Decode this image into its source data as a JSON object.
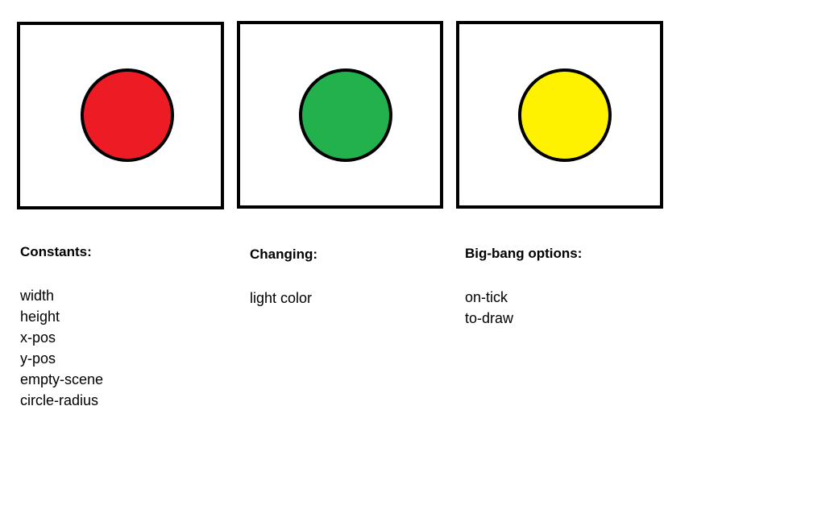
{
  "lights": [
    {
      "name": "red",
      "fill": "#ED1C24"
    },
    {
      "name": "green",
      "fill": "#22B14C"
    },
    {
      "name": "yellow",
      "fill": "#FFF200"
    }
  ],
  "outline_color": "#000000",
  "constants": {
    "heading": "Constants:",
    "items": [
      "width",
      "height",
      "x-pos",
      "y-pos",
      "empty-scene",
      "circle-radius"
    ]
  },
  "changing": {
    "heading": "Changing:",
    "items": [
      "light color"
    ]
  },
  "big_bang": {
    "heading": "Big-bang options:",
    "items": [
      "on-tick",
      "to-draw"
    ]
  }
}
